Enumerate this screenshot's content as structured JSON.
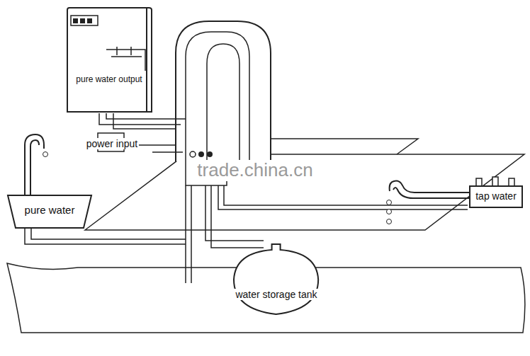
{
  "diagram": {
    "nodes": [
      {
        "text": [
          "pure water output"
        ]
      },
      {
        "text": [
          "pure water"
        ]
      },
      {
        "text": [
          "tap water"
        ]
      },
      {
        "text": [
          "water storage tank"
        ]
      }
    ],
    "labels": [
      "power input",
      "trade.china.cn"
    ]
  }
}
